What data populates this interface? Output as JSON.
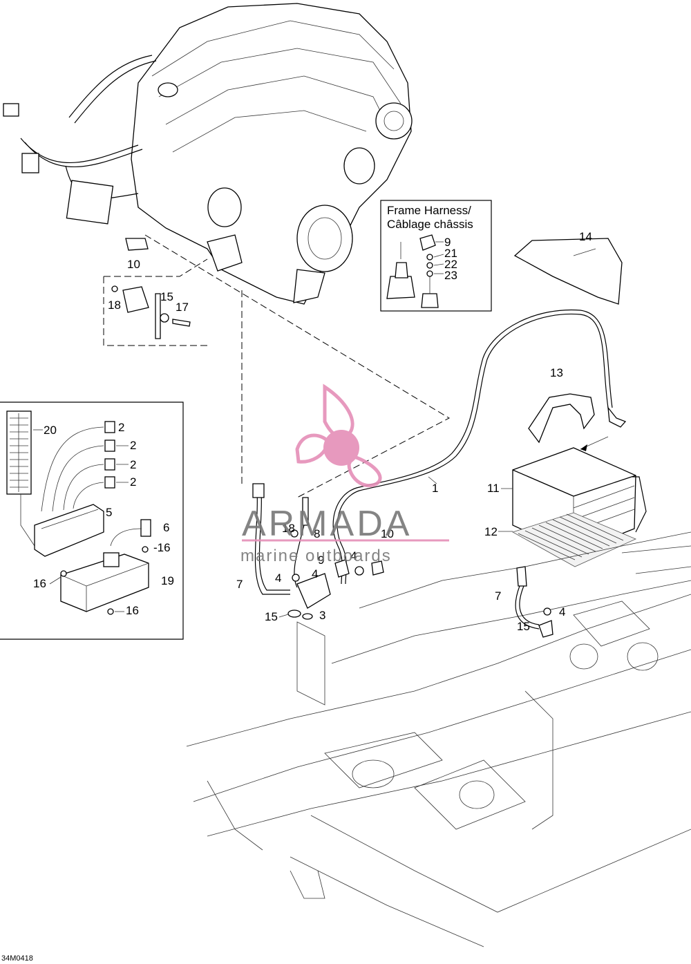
{
  "diagram": {
    "reference_code": "34M0418",
    "inset_title_line1": "Frame Harness/",
    "inset_title_line2": "Câblage châssis",
    "callouts": {
      "c1": "1",
      "c2a": "2",
      "c2b": "2",
      "c2c": "2",
      "c2d": "2",
      "c3": "3",
      "c4a": "4",
      "c4b": "4",
      "c4c": "4",
      "c4d": "4",
      "c5": "5",
      "c6": "6",
      "c7a": "7",
      "c7b": "7",
      "c8": "8",
      "c9a": "9",
      "c9b": "9",
      "c10a": "10",
      "c10b": "10",
      "c11": "11",
      "c12": "12",
      "c13": "13",
      "c14": "14",
      "c15a": "15",
      "c15b": "15",
      "c15c": "15",
      "c16a": "-16",
      "c16b": "16",
      "c16c": "16",
      "c17": "17",
      "c18a": "18",
      "c18b": "18",
      "c19": "19",
      "c20": "20",
      "c21": "21",
      "c22": "22",
      "c23": "23"
    }
  },
  "watermark": {
    "brand": "ARMADA",
    "tagline": "marine outboards",
    "color": "#e58fb8"
  }
}
